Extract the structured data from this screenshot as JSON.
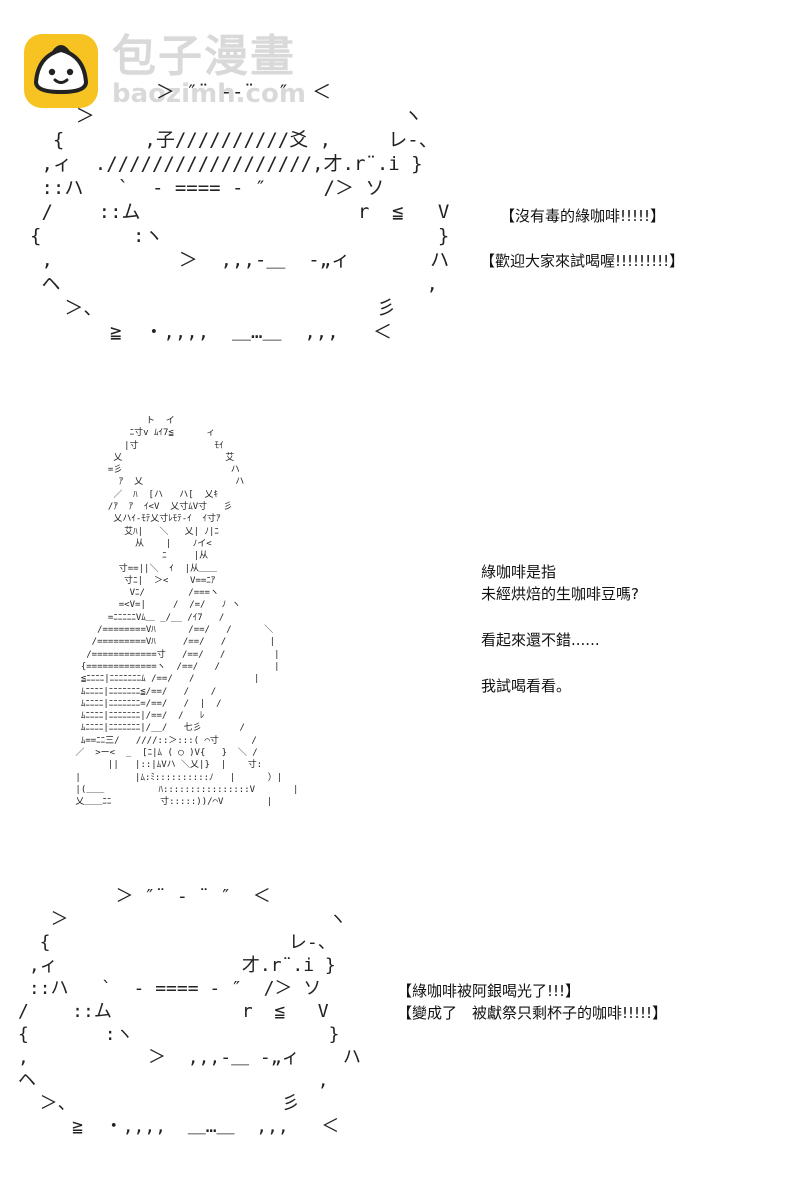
{
  "watermark": {
    "name_cn": "包子漫畫",
    "domain": "baozimh.com"
  },
  "art": {
    "cup_top": "           ＞ ″¨ ‐-¨  ″  ＜\n    ＞                           ヽ\n  {       ,子//////////爻 ,     レ-、\n ,ィ  .//////////////////,才.r¨.i }\n ::ハ   `  ‐ ==== ‐ ″     /＞ ソ\n /    ::ム                   r  ≦   V\n{        :ヽ                        }\n ,           ＞  ,,,-＿  -„ィ       ハ\n ヘ                                ,\n   ＞、                        彡\n       ≧  ・,,,,  ＿…＿  ,,,   ＜",
    "gintoki": "              ト  イ\n           ﾆ寸v ﾑｲ7≦      ィ\n          |寸              ﾓｲ\n        乂                   艾\n       =彡                    ハ\n         ｱ  乂                 ハ\n        ／  ﾊ  [ハ   ハ[  乂ｷ\n       /ｱ  ｱ  ｲ<V  乂寸ﾑV寸   彡\n        乂ハｲ-ﾓﾃ乂寸ﾚﾓﾃ-ｲ  ｲ寸ｱ\n          艾ﾊ|   ＼   乂| ﾉ|ﾆ\n            从    |    ﾉイ<\n                 ﾆ     |从\n         寸==||＼  ｲ  |从＿＿\n          寸ﾆ|  ＞<    V==ﾆｱ\n           Vﾆ/        /===ヽ\n         =<V=|     /  /=/   ﾉ ヽ\n       =ﾆﾆﾆﾆﾆVﾑ＿ _/__ /ｲ7   /\n     /========Vﾊ      /==/   /      ＼\n    /=========Vﾊ     /==/   /        |\n   /============寸   /==/   /         |\n  {=============ヽ  /==/   /          |\n  ≦ﾆﾆﾆﾆ|ﾆﾆﾆﾆﾆﾆﾆﾑ /==/   /           |\n  ﾑﾆﾆﾆﾆ|ﾆﾆﾆﾆﾆﾆﾆ≦/==/   /    /\n  ﾑﾆﾆﾆﾆ|ﾆﾆﾆﾆﾆﾆﾆ=/==/   /  |  /\n  ﾑﾆﾆﾆﾆ|ﾆﾆﾆﾆﾆﾆﾆ|/==/  /   ﾚ\n  ﾑﾆﾆﾆﾆ|ﾆﾆﾆﾆﾆﾆﾆ|/__/   七彡       /\n  ﾑ==ﾆﾆ三/   ////::＞:::( ⌒寸      /\n ／  >ー<  _  [ﾆ|ﾑ ( ◯ )V{   }  ＼ /\n       ||   |::|ﾑVハ ＼乂|}  |    寸:\n |          |ﾑ:ﾐ::::::::::ﾉ   |      ）|\n |(＿＿          ﾊ::::::::::::::::V       |\n 乂＿＿ﾆﾆ         寸:::::))/⌒V        |",
    "cup_bottom": "         ＞ ″¨ ‐ ¨ ″  ＜\n   ＞                        ヽ\n  {                      レ-、\n ,ィ                 才.r¨.i }\n ::ハ   `  ‐ ==== ‐ ″  /＞ ソ\n/    ::ム            r  ≦   V\n{       :ヽ                  }\n,           ＞  ,,,-＿ -„ィ    ハ\nヘ                          ,\n  ＞、                   彡\n     ≧  ・,,,,  ＿…＿  ,,,   ＜"
  },
  "dialogue": {
    "line1": "【沒有毒的綠咖啡!!!!!】",
    "line2": "【歡迎大家來試喝喔!!!!!!!!!】",
    "line3": "綠咖啡是指",
    "line4": "未經烘焙的生咖啡豆嗎?",
    "line5": "看起來還不錯......",
    "line6": "我試喝看看。",
    "line7": "【綠咖啡被阿銀喝光了!!!】",
    "line8": "【變成了　被獻祭只剩杯子的咖啡!!!!!】"
  }
}
